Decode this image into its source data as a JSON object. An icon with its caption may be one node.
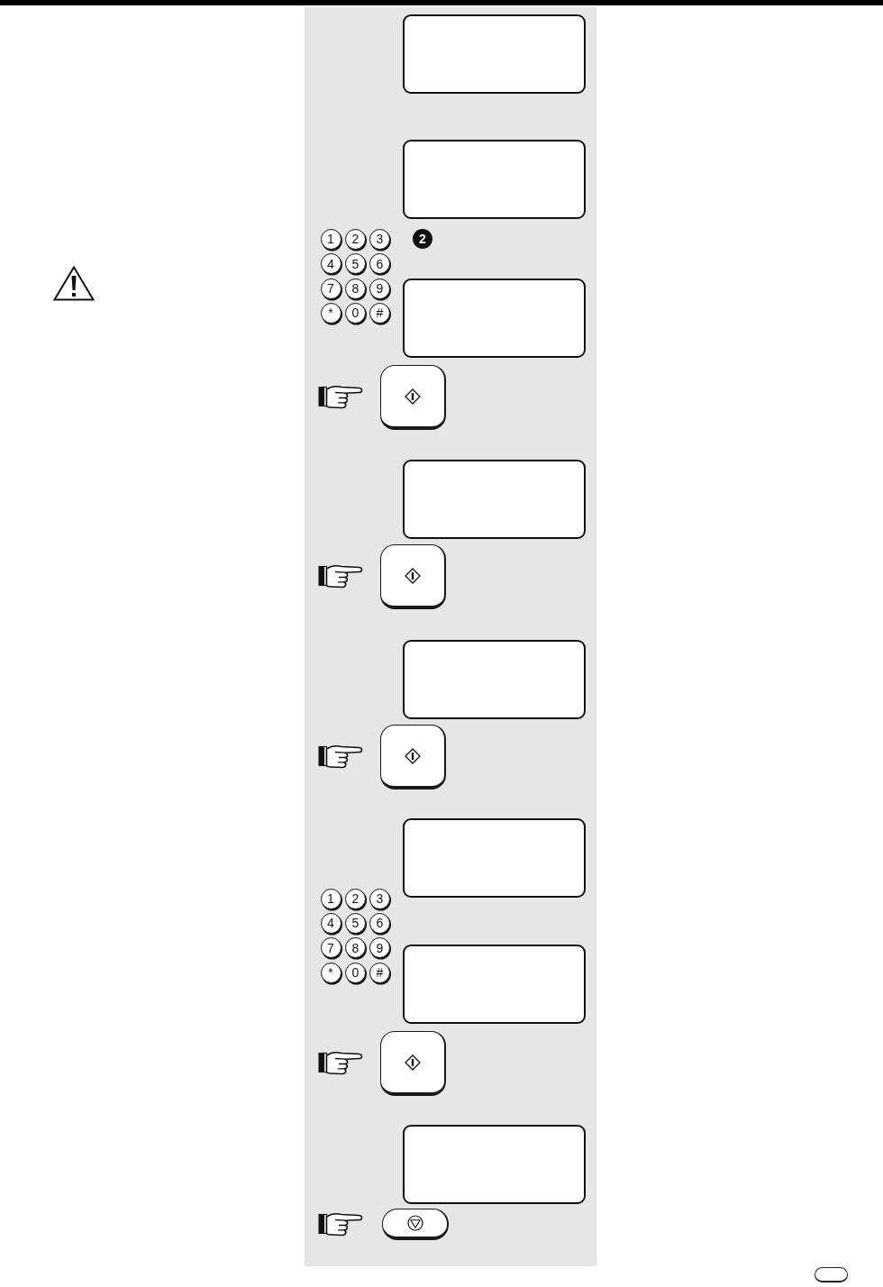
{
  "diagram": {
    "nodes": [
      {
        "text": [],
        "shape": "box"
      },
      {
        "text": [],
        "shape": "box"
      },
      {
        "text": [
          "1"
        ]
      },
      {
        "text": [
          "2"
        ]
      },
      {
        "text": [
          "3"
        ]
      },
      {
        "text": [
          "4"
        ]
      },
      {
        "text": [
          "5"
        ]
      },
      {
        "text": [
          "6"
        ]
      },
      {
        "text": [
          "7"
        ]
      },
      {
        "text": [
          "8"
        ]
      },
      {
        "text": [
          "9"
        ]
      },
      {
        "text": [
          "*"
        ]
      },
      {
        "text": [
          "0"
        ]
      },
      {
        "text": [
          "#"
        ]
      },
      {
        "text": [
          "2"
        ]
      },
      {
        "text": [],
        "shape": "box"
      },
      {
        "text": [],
        "shape": "box"
      },
      {
        "text": [],
        "shape": "box"
      },
      {
        "text": [],
        "shape": "box"
      },
      {
        "text": [],
        "shape": "box"
      },
      {
        "text": [],
        "shape": "box"
      },
      {
        "text": [],
        "shape": "box"
      },
      {
        "text": [
          "1"
        ]
      },
      {
        "text": [
          "2"
        ]
      },
      {
        "text": [
          "3"
        ]
      },
      {
        "text": [
          "4"
        ]
      },
      {
        "text": [
          "5"
        ]
      },
      {
        "text": [
          "6"
        ]
      },
      {
        "text": [
          "7"
        ]
      },
      {
        "text": [
          "8"
        ]
      },
      {
        "text": [
          "9"
        ]
      },
      {
        "text": [
          "*"
        ]
      },
      {
        "text": [
          "0"
        ]
      },
      {
        "text": [
          "#"
        ]
      },
      {
        "text": [],
        "shape": "box"
      },
      {
        "text": [],
        "shape": "box"
      },
      {
        "text": [],
        "shape": "box"
      },
      {
        "text": [],
        "shape": "box"
      }
    ]
  }
}
